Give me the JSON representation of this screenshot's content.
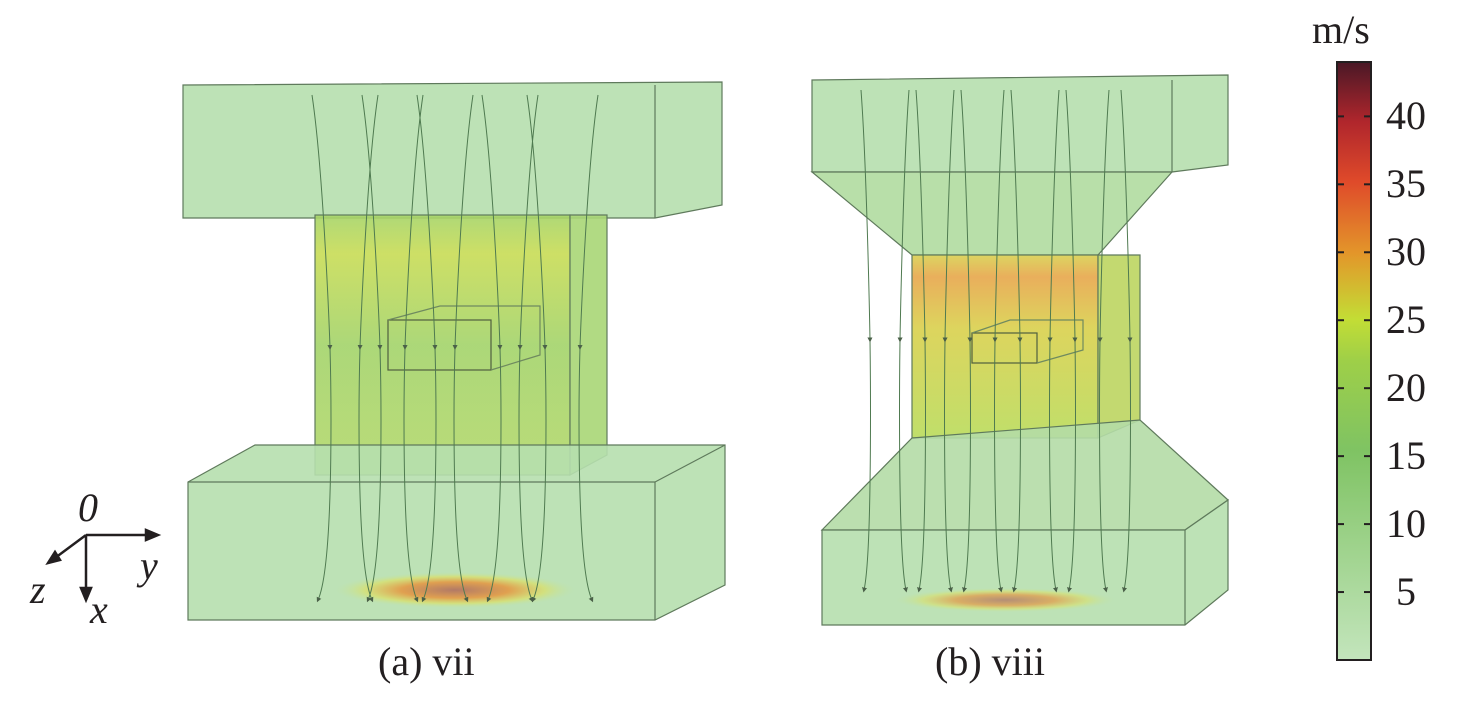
{
  "panels": [
    {
      "caption": "(a) vii"
    },
    {
      "caption": "(b) viii"
    }
  ],
  "axes": {
    "origin": "0",
    "y": "y",
    "z": "z",
    "x": "x"
  },
  "colorbar": {
    "unit": "m/s",
    "min": 0,
    "max": 44,
    "ticks": [
      "40",
      "35",
      "30",
      "25",
      "20",
      "15",
      "10",
      "5"
    ],
    "tick_values": [
      40,
      35,
      30,
      25,
      20,
      15,
      10,
      5
    ],
    "colors": [
      "#bfe3b8",
      "#8cc97a",
      "#79c15f",
      "#a9d343",
      "#c2dd33",
      "#e39a2a",
      "#e2552a",
      "#b3272b",
      "#4a1a26"
    ]
  }
}
